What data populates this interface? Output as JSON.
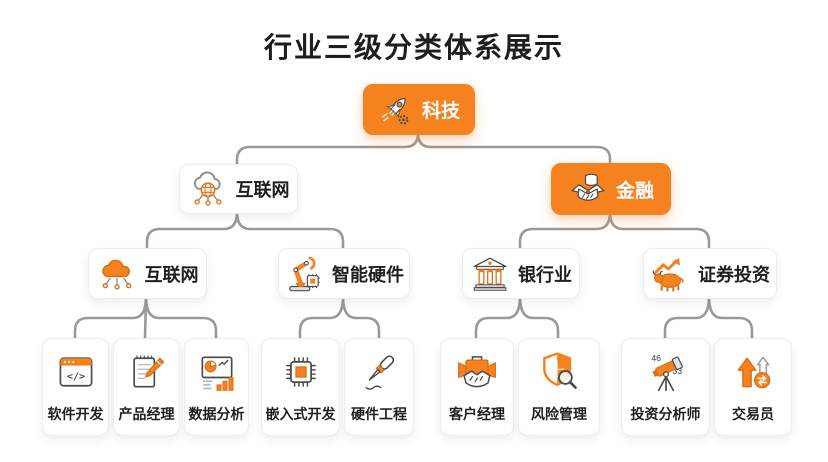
{
  "title": "行业三级分类体系展示",
  "colors": {
    "accent_orange": "#F5821F",
    "accent_orange_dark": "#D96D12",
    "connector_gray": "#9A9A9A",
    "node_background": "#FFFFFF",
    "node_border": "#EDEDED",
    "text_dark": "#1F1F1F",
    "text_on_orange": "#FFFFFF"
  },
  "tree": {
    "root": {
      "label": "科技",
      "icon": "rocket-gear-icon",
      "variant": "orange"
    },
    "level2": [
      {
        "label": "互联网",
        "icon": "cloud-globe-network-icon",
        "variant": "light"
      },
      {
        "label": "金融",
        "icon": "handshake-coins-icon",
        "variant": "orange"
      }
    ],
    "level3": [
      {
        "label": "互联网",
        "icon": "orange-cloud-network-icon",
        "parent": "互联网"
      },
      {
        "label": "智能硬件",
        "icon": "robot-arm-chip-icon",
        "parent": "互联网"
      },
      {
        "label": "银行业",
        "icon": "bank-building-icon",
        "parent": "金融"
      },
      {
        "label": "证券投资",
        "icon": "bull-rising-arrow-icon",
        "parent": "金融"
      }
    ],
    "leaves": [
      {
        "label": "软件开发",
        "icon": "code-window-icon",
        "parent": "互联网"
      },
      {
        "label": "产品经理",
        "icon": "notepad-pencil-icon",
        "parent": "互联网"
      },
      {
        "label": "数据分析",
        "icon": "chart-pie-bars-icon",
        "parent": "互联网"
      },
      {
        "label": "嵌入式开发",
        "icon": "chip-icon",
        "parent": "智能硬件"
      },
      {
        "label": "硬件工程",
        "icon": "soldering-iron-icon",
        "parent": "智能硬件"
      },
      {
        "label": "客户经理",
        "icon": "briefcase-handshake-icon",
        "parent": "银行业"
      },
      {
        "label": "风险管理",
        "icon": "shield-magnifier-icon",
        "parent": "银行业"
      },
      {
        "label": "投资分析师",
        "icon": "telescope-icon",
        "parent": "证券投资",
        "annotations": [
          "46",
          "33"
        ]
      },
      {
        "label": "交易员",
        "icon": "up-arrows-exchange-icon",
        "parent": "证券投资"
      }
    ]
  }
}
